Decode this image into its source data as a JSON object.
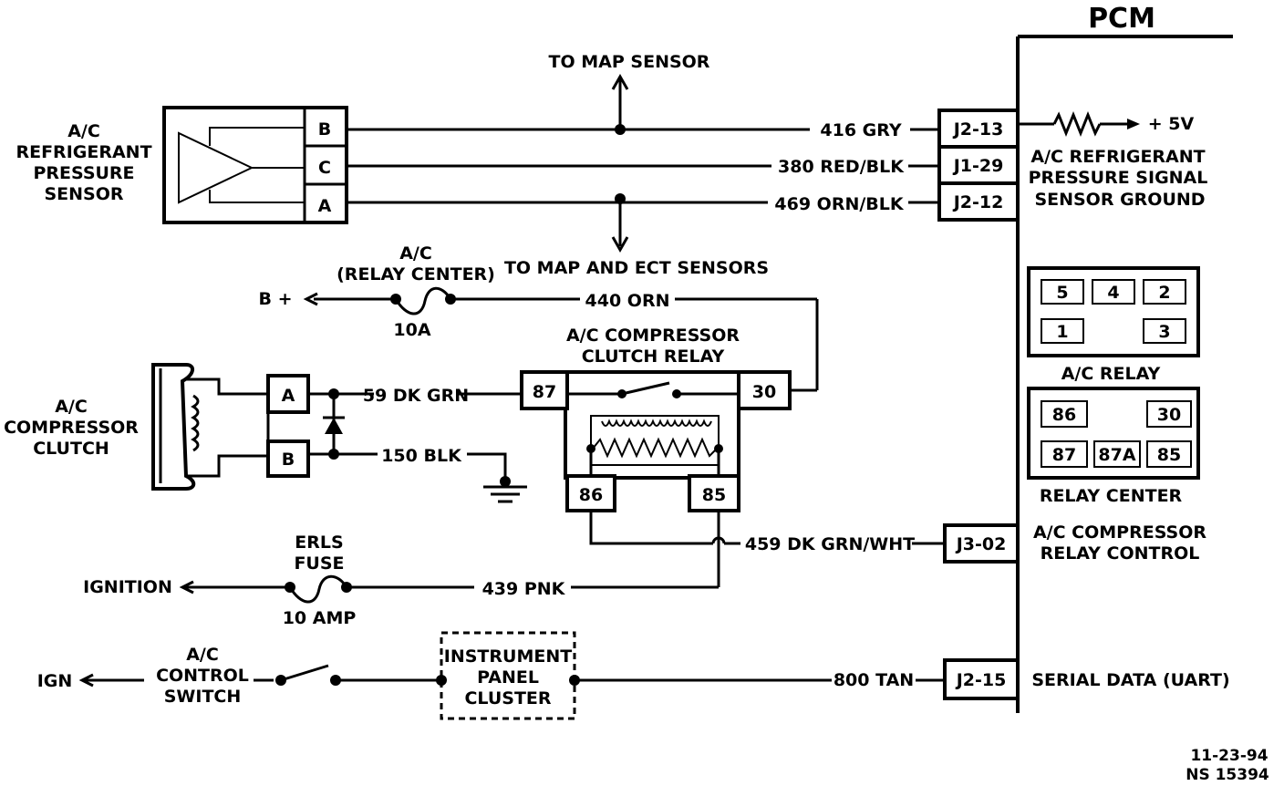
{
  "pcm": {
    "title": "PCM",
    "pins": [
      {
        "id": "J2-13",
        "signal": "A/C REFRIGERANT\nPRESSURE SIGNAL",
        "supply": "+ 5V"
      },
      {
        "id": "J1-29",
        "signal": ""
      },
      {
        "id": "J2-12",
        "signal": "SENSOR GROUND"
      },
      {
        "id": "J3-02",
        "signal": "A/C COMPRESSOR\nRELAY CONTROL"
      },
      {
        "id": "J2-15",
        "signal": "SERIAL DATA (UART)"
      }
    ]
  },
  "sensor": {
    "name": "A/C\nREFRIGERANT\nPRESSURE\nSENSOR",
    "pins": [
      "B",
      "C",
      "A"
    ]
  },
  "wires": {
    "w416": "416 GRY",
    "w380": "380 RED/BLK",
    "w469": "469 ORN/BLK",
    "w440": "440 ORN",
    "w59": "59 DK GRN",
    "w150": "150 BLK",
    "w459": "459 DK GRN/WHT",
    "w439": "439 PNK",
    "w800": "800 TAN"
  },
  "notes": {
    "to_map": "TO MAP SENSOR",
    "to_map_ect": "TO MAP AND ECT SENSORS",
    "b_plus": "B +",
    "ignition": "IGNITION",
    "ign": "IGN"
  },
  "fuses": {
    "ac": {
      "name": "A/C\n(RELAY CENTER)",
      "rating": "10A"
    },
    "erls": {
      "name": "ERLS\nFUSE",
      "rating": "10 AMP"
    }
  },
  "relay": {
    "name": "A/C COMPRESSOR\nCLUTCH RELAY",
    "pins": [
      "87",
      "30",
      "86",
      "85"
    ]
  },
  "clutch": {
    "name": "A/C\nCOMPRESSOR\nCLUTCH",
    "pins": [
      "A",
      "B"
    ]
  },
  "switch": {
    "name": "A/C\nCONTROL\nSWITCH"
  },
  "cluster": {
    "name": "INSTRUMENT\nPANEL\nCLUSTER"
  },
  "ac_relay_block": {
    "label": "A/C RELAY",
    "pins_top": [
      "5",
      "4",
      "2"
    ],
    "pins_bottom": [
      "1",
      "3"
    ]
  },
  "relay_center_block": {
    "label": "RELAY CENTER",
    "pins_top": [
      "86",
      "30"
    ],
    "pins_bottom": [
      "87",
      "87A",
      "85"
    ]
  },
  "footer": {
    "date": "11-23-94",
    "code": "NS 15394"
  }
}
